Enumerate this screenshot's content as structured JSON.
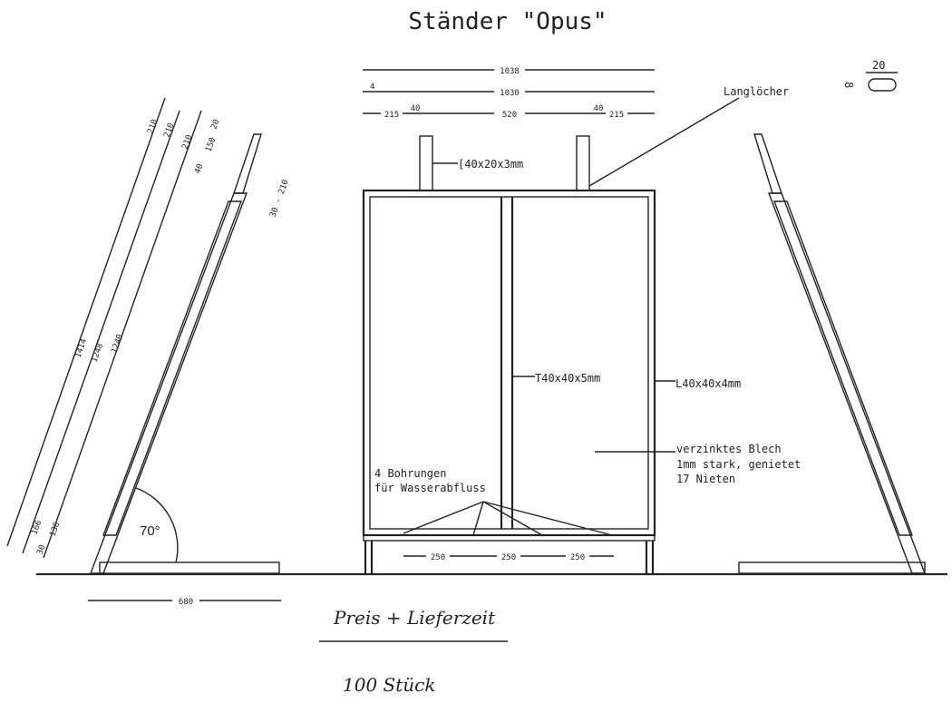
{
  "title": "Ständer \"Opus\"",
  "top_dims": {
    "overall": "1038",
    "inner": "1030",
    "seg_a": "215",
    "seg_b": "40",
    "seg_c": "520",
    "seg_d": "40",
    "seg_e": "215",
    "edge": "4"
  },
  "slot": {
    "label": "Langlöcher",
    "width": "20",
    "height": "8"
  },
  "profiles": {
    "channel": "[40x20x3mm",
    "tee": "T40x40x5mm",
    "angle": "L40x40x4mm"
  },
  "sheet_note": [
    "verzinktes Blech",
    "1mm stark, genietet",
    "17 Nieten"
  ],
  "drain_note": [
    "4 Bohrungen",
    "für Wasserabfluss"
  ],
  "bottom_dims": [
    "250",
    "250",
    "250"
  ],
  "side_dims": {
    "d1": "210",
    "d2": "210",
    "d3": "210",
    "d4": "20",
    "d5": "150",
    "d6": "40",
    "total1": "1414",
    "total2": "1248",
    "total3": "1240",
    "b1": "166",
    "b2": "136",
    "b3": "30",
    "right": "30 - 210",
    "base": "680",
    "angle": "70°"
  },
  "handwritten": {
    "price": "Preis + Lieferzeit",
    "qty": "100 Stück"
  }
}
